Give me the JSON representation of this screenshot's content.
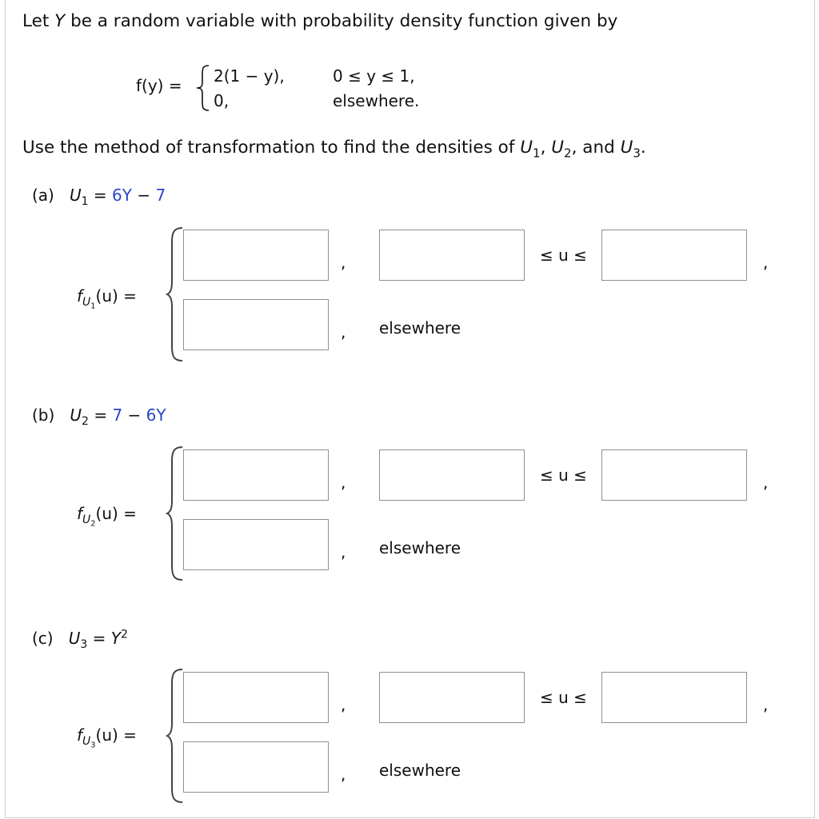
{
  "problem": {
    "intro": "Let Y be a random variable with probability density function given by",
    "intro_prefix": "Let",
    "intro_var": "Y",
    "intro_rest": "be a random variable with probability density function given by",
    "pdf_lhs": "f(y) =",
    "pdf_case1_expr": "2(1 − y),",
    "pdf_case1_cond": "0 ≤ y ≤ 1,",
    "pdf_case2_expr": "0,",
    "pdf_case2_cond": "elsewhere.",
    "instruction_text": "Use the method of transformation to find the densities of",
    "instruction_u": "U",
    "instruction_sub1": "1",
    "instruction_sub2": "2",
    "instruction_sub3": "3",
    "instruction_and": "and",
    "instruction_comma": ",",
    "instruction_period": "."
  },
  "parts": [
    {
      "label": "(a)",
      "var": "U",
      "var_sub": "1",
      "eq": "=",
      "rhs_a": "6Y",
      "rhs_op": "−",
      "rhs_b": "7",
      "f": "f",
      "f_u": "U",
      "f_sub": "1",
      "f_arg": "(u)",
      "f_eq": "=",
      "comma": ",",
      "range_label": "≤ u ≤",
      "elsewhere": "elsewhere"
    },
    {
      "label": "(b)",
      "var": "U",
      "var_sub": "2",
      "eq": "=",
      "rhs_a": "7",
      "rhs_op": "−",
      "rhs_b": "6Y",
      "f": "f",
      "f_u": "U",
      "f_sub": "2",
      "f_arg": "(u)",
      "f_eq": "=",
      "comma": ",",
      "range_label": "≤ u ≤",
      "elsewhere": "elsewhere"
    },
    {
      "label": "(c)",
      "var": "U",
      "var_sub": "3",
      "eq": "=",
      "rhs_base": "Y",
      "rhs_exp": "2",
      "f": "f",
      "f_u": "U",
      "f_sub": "3",
      "f_arg": "(u)",
      "f_eq": "=",
      "comma": ",",
      "range_label": "≤ u ≤",
      "elsewhere": "elsewhere"
    }
  ],
  "colors": {
    "expression_blue": "#2b45c8",
    "text": "#111111",
    "input_border": "#8f8f8f"
  }
}
